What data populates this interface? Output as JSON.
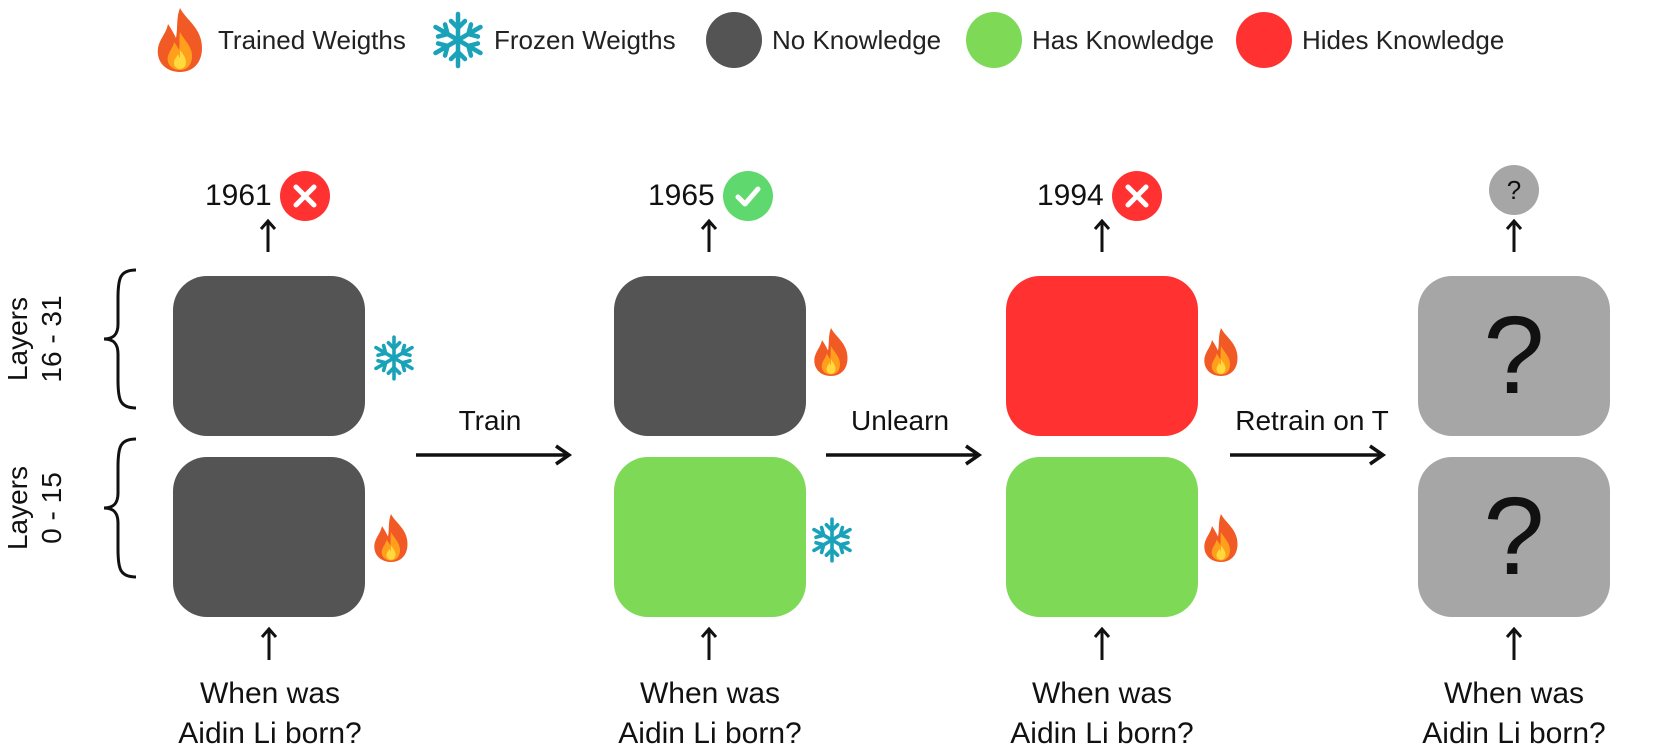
{
  "colors": {
    "no_knowledge": "#545454",
    "has_knowledge": "#7ed957",
    "hides_knowledge": "#ff3131",
    "unknown": "#a6a6a6",
    "frozen_icon": "#1aa3b8"
  },
  "legend": [
    {
      "icon": "fire-icon",
      "label": "Trained Weigths"
    },
    {
      "icon": "snowflake-icon",
      "label": "Frozen Weigths"
    },
    {
      "icon": "gray-circle",
      "label": "No Knowledge"
    },
    {
      "icon": "green-circle",
      "label": "Has Knowledge"
    },
    {
      "icon": "red-circle",
      "label": "Hides Knowledge"
    }
  ],
  "layer_labels": {
    "upper": "Layers\n16 - 31",
    "lower": "Layers\n0 - 15"
  },
  "steps": [
    "Train",
    "Unlearn",
    "Retrain on T"
  ],
  "stages": [
    {
      "answer": "1961",
      "result": "x-icon",
      "upper": "no-knowledge",
      "upper_weights": "snowflake-icon",
      "lower": "no-knowledge",
      "lower_weights": "fire-icon",
      "question_line1": "When was",
      "question_line2": "Aidin Li born?"
    },
    {
      "answer": "1965",
      "result": "check-icon",
      "upper": "no-knowledge",
      "upper_weights": "fire-icon",
      "lower": "has-knowledge",
      "lower_weights": "snowflake-icon",
      "question_line1": "When was",
      "question_line2": "Aidin Li born?"
    },
    {
      "answer": "1994",
      "result": "x-icon",
      "upper": "hides-knowledge",
      "upper_weights": "fire-icon",
      "lower": "has-knowledge",
      "lower_weights": "fire-icon",
      "question_line1": "When was",
      "question_line2": "Aidin Li born?"
    },
    {
      "answer": "?",
      "result": "question-icon",
      "upper": "unknown",
      "upper_mark": "?",
      "lower": "unknown",
      "lower_mark": "?",
      "question_line1": "When was",
      "question_line2": "Aidin Li born?"
    }
  ]
}
